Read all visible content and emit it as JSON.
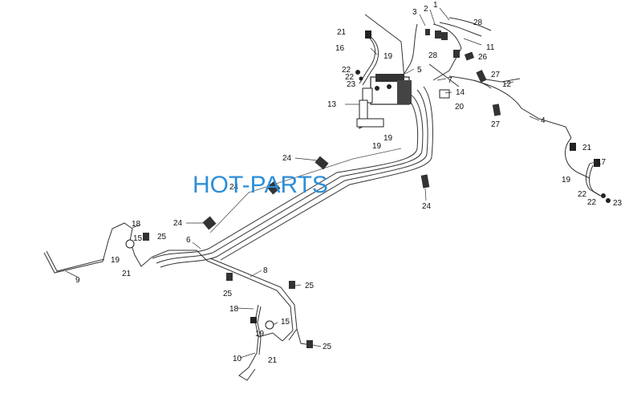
{
  "watermark": "HOT-PARTS",
  "callouts": {
    "c1": "1",
    "c2": "2",
    "c3": "3",
    "c28a": "28",
    "c21a": "21",
    "c11": "11",
    "c16": "16",
    "c19a": "19",
    "c28b": "28",
    "c26": "26",
    "c5": "5",
    "c22a": "22",
    "c22b": "22",
    "c23a": "23",
    "c27a": "27",
    "c7": "7",
    "c12": "12",
    "c14": "14",
    "c20": "20",
    "c13": "13",
    "c27b": "27",
    "c4": "4",
    "c19b": "19",
    "c19c": "19",
    "c21b": "21",
    "c24a": "24",
    "c17": "17",
    "c24b": "24",
    "c19d": "19",
    "c24c": "24",
    "c22c": "22",
    "c22d": "22",
    "c23b": "23",
    "c18a": "18",
    "c24d": "24",
    "c15a": "15",
    "c25a": "25",
    "c6": "6",
    "c19e": "19",
    "c21c": "21",
    "c9": "9",
    "c8": "8",
    "c25b": "25",
    "c25c": "25",
    "c18b": "18",
    "c15b": "15",
    "c19f": "19",
    "c10": "10",
    "c21d": "21",
    "c25d": "25"
  }
}
